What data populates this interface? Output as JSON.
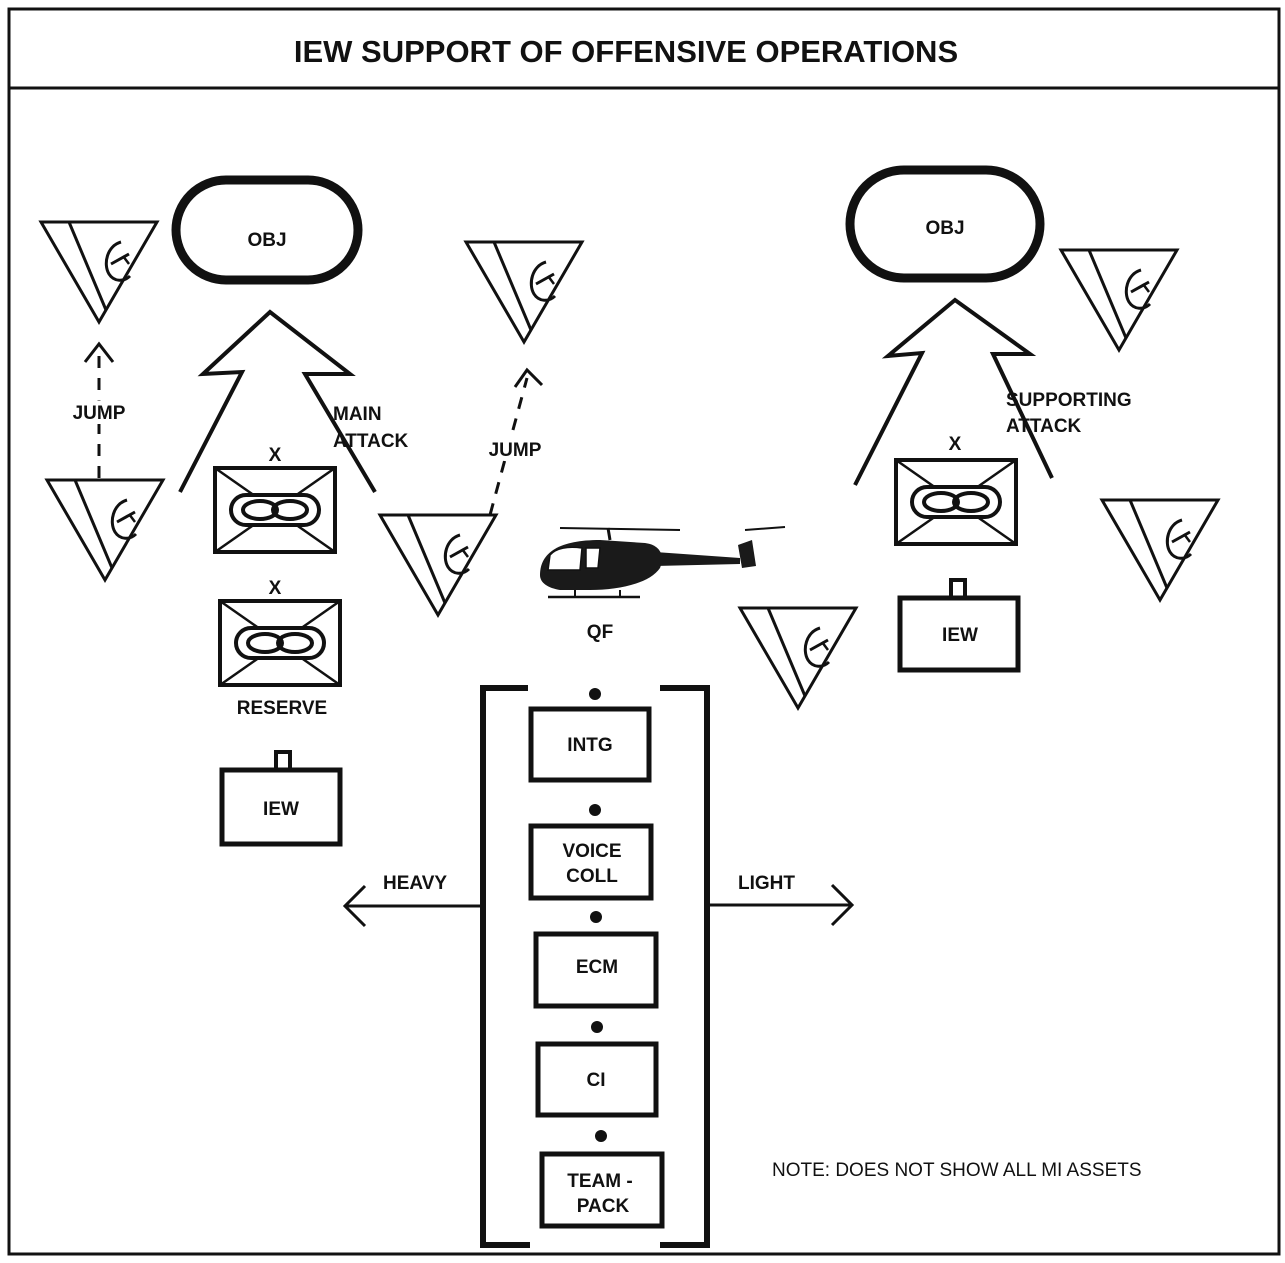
{
  "title": "IEW SUPPORT OF OFFENSIVE OPERATIONS",
  "objectives": {
    "left": "OBJ",
    "right": "OBJ"
  },
  "attacks": {
    "main_line1": "MAIN",
    "main_line2": "ATTACK",
    "supporting_line1": "SUPPORTING",
    "supporting_line2": "ATTACK"
  },
  "jump_labels": {
    "left": "JUMP",
    "center": "JUMP"
  },
  "units": {
    "brigade_echelon": "X",
    "reserve_echelon": "X",
    "reserve_label": "RESERVE",
    "iew_left": "IEW",
    "iew_right": "IEW"
  },
  "helicopter_label": "QF",
  "package": {
    "heavy": "HEAVY",
    "light": "LIGHT",
    "items": [
      {
        "line1": "INTG",
        "line2": ""
      },
      {
        "line1": "VOICE",
        "line2": "COLL"
      },
      {
        "line1": "ECM",
        "line2": ""
      },
      {
        "line1": "CI",
        "line2": ""
      },
      {
        "line1": "TEAM -",
        "line2": "PACK"
      }
    ]
  },
  "note": "NOTE:  DOES NOT SHOW ALL MI ASSETS",
  "icons": [
    "ew-sensor-triangle-icon",
    "helicopter-icon",
    "brigade-unit-icon",
    "iew-unit-icon"
  ]
}
